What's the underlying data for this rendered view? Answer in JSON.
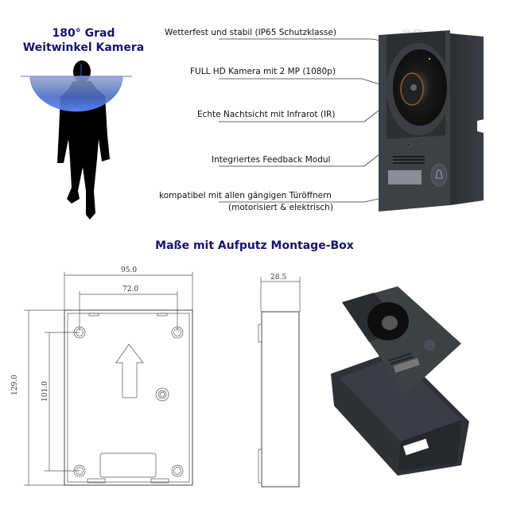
{
  "camera_angle": {
    "line1": "180° Grad",
    "line2": "Weitwinkel Kamera"
  },
  "features": [
    {
      "text": "Wetterfest und stabil (IP65 Schutzklasse)"
    },
    {
      "text": "FULL HD Kamera mit 2 MP (1080p)"
    },
    {
      "text": "Echte Nachtsicht mit Infrarot (IR)"
    },
    {
      "text": "Integriertes Feedback Modul"
    },
    {
      "text": "kompatibel mit allen gängigen Türöffnern",
      "sub": "(motorisiert & elektrisch)"
    }
  ],
  "device": {
    "brand": "GOLIATH"
  },
  "dimensions_section": {
    "title": "Maße mit Aufputz Montage-Box",
    "front": {
      "width": "95.0",
      "hole_spacing_h": "72.0",
      "height": "129.0",
      "hole_spacing_v": "101.0"
    },
    "side": {
      "depth": "28.5"
    }
  },
  "colors": {
    "title_blue": "#14166b",
    "device_dark": "#3c4045",
    "fov_blue": "#4a78e8"
  }
}
